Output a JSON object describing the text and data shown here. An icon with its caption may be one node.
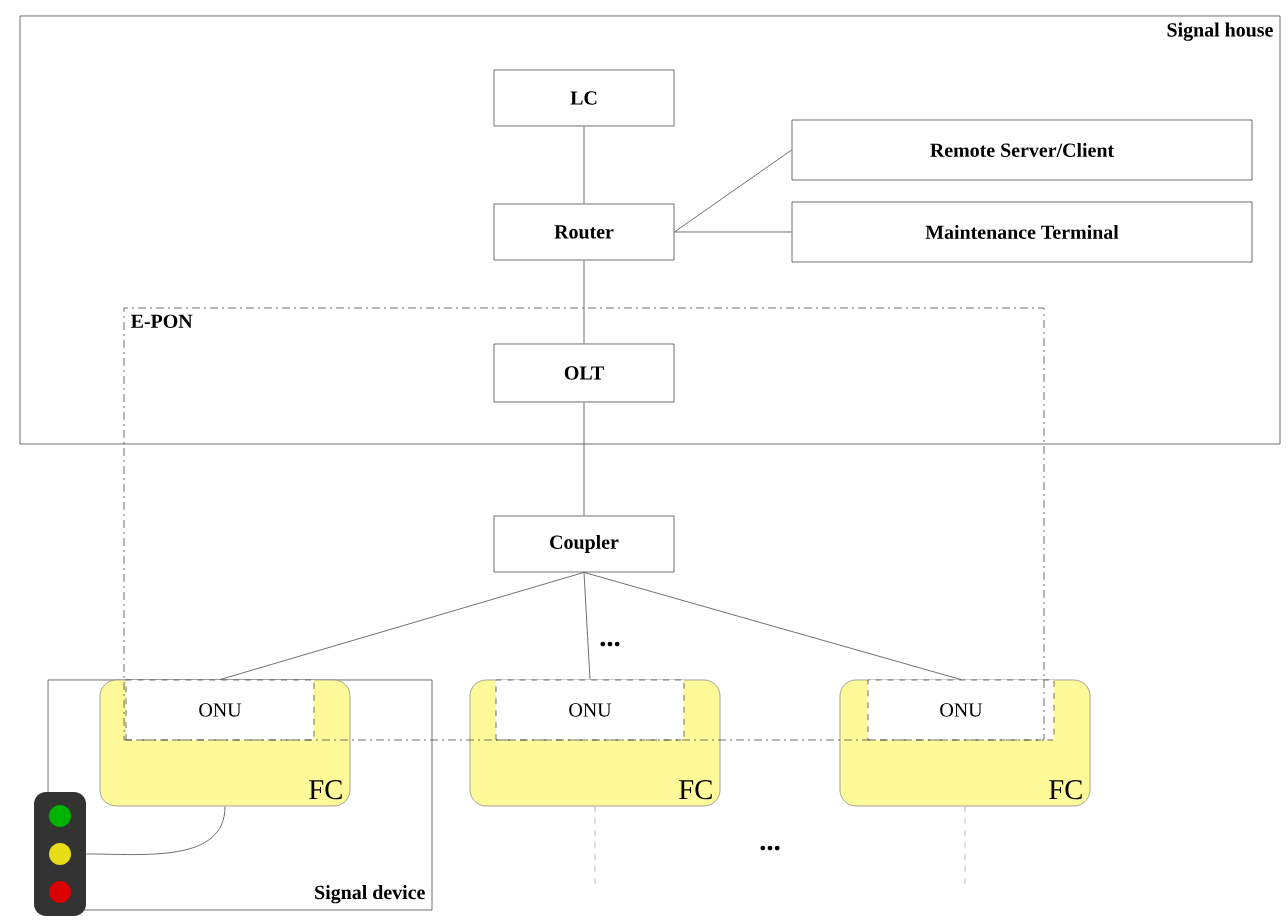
{
  "diagram": {
    "nodes": [
      {
        "text": [
          "Signal house"
        ]
      },
      {
        "text": [
          "LC"
        ],
        "in": 0
      },
      {
        "text": [
          "Router"
        ],
        "in": 0
      },
      {
        "text": [
          "Remote Server/Client"
        ],
        "in": 0
      },
      {
        "text": [
          "Maintenance Terminal"
        ],
        "in": 0
      },
      {
        "text": [
          "E-PON"
        ]
      },
      {
        "text": [
          "OLT"
        ]
      },
      {
        "text": [
          "Coupler"
        ],
        "in": 5
      },
      {
        "text": [
          "Signal device"
        ]
      },
      {
        "text": [
          "FC"
        ],
        "in": 8
      },
      {
        "text": [
          "ONU"
        ]
      },
      {
        "text": [
          "FC"
        ]
      },
      {
        "text": [
          "ONU"
        ]
      },
      {
        "text": [
          "FC"
        ]
      },
      {
        "text": [
          "ONU"
        ]
      },
      {
        "text": [],
        "shape": "picture",
        "in": 8
      }
    ],
    "edges": [
      {
        "from": 1,
        "to": 2,
        "arrow": "none"
      },
      {
        "from": 2,
        "to": 3,
        "arrow": "none"
      },
      {
        "from": 2,
        "to": 4,
        "arrow": "none"
      },
      {
        "from": 2,
        "to": 6,
        "arrow": "none"
      },
      {
        "from": 6,
        "to": 7,
        "arrow": "none"
      },
      {
        "from": 7,
        "to": 10,
        "arrow": "none"
      },
      {
        "from": 7,
        "to": 12,
        "arrow": "none"
      },
      {
        "from": 7,
        "to": 14,
        "arrow": "none"
      },
      {
        "from": 9,
        "to": 15,
        "arrow": "none"
      },
      {
        "from": 11,
        "to": null,
        "arrow": "none",
        "style": "dashed",
        "color": "#aaaaaa"
      },
      {
        "from": 13,
        "to": null,
        "arrow": "none",
        "style": "dashed",
        "color": "#aaaaaa"
      }
    ],
    "labels": [
      "...",
      "..."
    ]
  }
}
